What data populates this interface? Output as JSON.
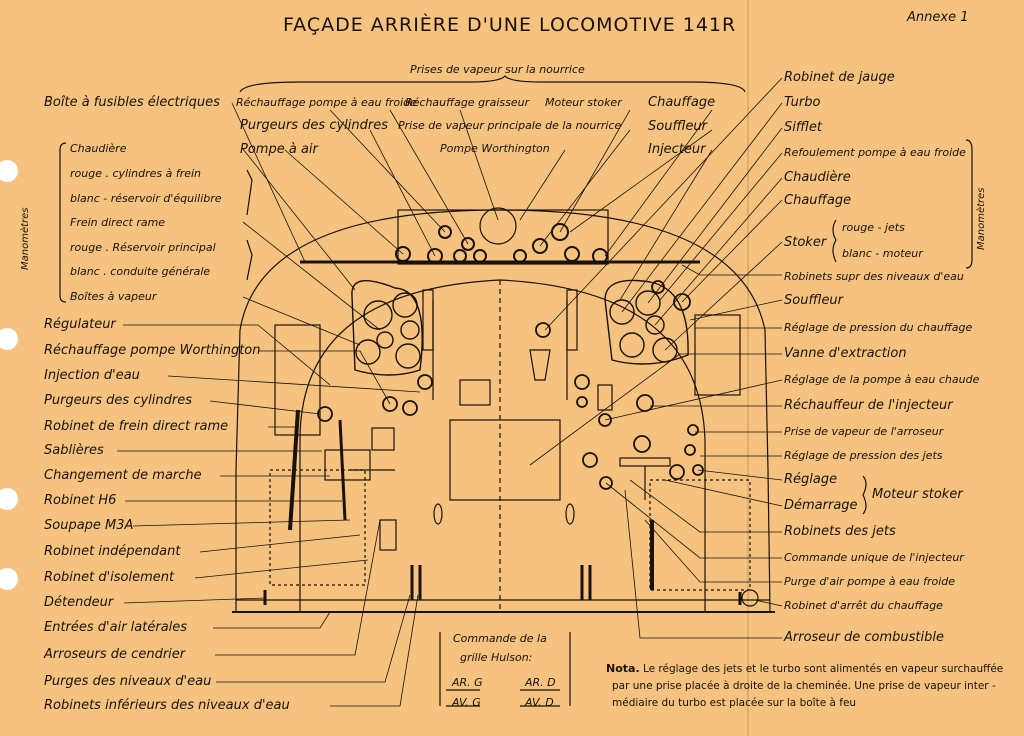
{
  "title": "FAÇADE ARRIÈRE D'UNE LOCOMOTIVE 141R",
  "annexe": "Annexe 1",
  "top_header": "Prises de vapeur sur la nourrice",
  "top_labels": [
    "Réchauffage pompe à eau froide",
    "Réchauffage graisseur",
    "Moteur stoker",
    "Purgeurs des cylindres",
    "Prise de vapeur principale de la nourrice",
    "Pompe à air",
    "Pompe Worthington"
  ],
  "left_group_vertical": "Manomètres",
  "left_group": [
    "Chaudière",
    "rouge . cylindres à frein",
    "blanc - réservoir d'équilibre",
    "Frein direct rame",
    "rouge . Réservoir principal",
    "blanc . conduite générale",
    "Boîtes à vapeur"
  ],
  "left_labels": [
    "Boîte à fusibles électriques",
    "Régulateur",
    "Réchauffage pompe Worthington",
    "Injection d'eau",
    "Purgeurs des cylindres",
    "Robinet de frein direct rame",
    "Sablières",
    "Changement de marche",
    "Robinet H6",
    "Soupape M3A",
    "Robinet indépendant",
    "Robinet d'isolement",
    "Détendeur",
    "Entrées d'air latérales",
    "Arroseurs de cendrier",
    "Purges des niveaux d'eau",
    "Robinets inférieurs des niveaux d'eau"
  ],
  "right_group_vertical": "Manomètres",
  "right_top": [
    "Chauffage",
    "Souffleur",
    "Injecteur"
  ],
  "right_labels": [
    "Robinet de jauge",
    "Turbo",
    "Sifflet",
    "Refoulement pompe à eau froide",
    "Chaudière",
    "Chauffage",
    "Stoker",
    "rouge - jets",
    "blanc - moteur",
    "Robinets supr des niveaux d'eau",
    "Souffleur",
    "Réglage de pression du chauffage",
    "Vanne d'extraction",
    "Réglage de la pompe à eau chaude",
    "Réchauffeur de l'injecteur",
    "Prise de vapeur de l'arroseur",
    "Réglage de pression des jets",
    "Réglage",
    "Démarrage",
    "Moteur stoker",
    "Robinets des jets",
    "Commande unique de l'injecteur",
    "Purge d'air pompe à eau froide",
    "Robinet d'arrêt du chauffage",
    "Arroseur de combustible"
  ],
  "grille": {
    "title1": "Commande de la",
    "title2": "grille Hulson:",
    "ar_g": "AR. G",
    "ar_d": "AR. D",
    "av_g": "AV. G",
    "av_d": "AV. D"
  },
  "note": {
    "label": "Nota.",
    "line1": "Le réglage des jets et le turbo sont alimentés en vapeur surchauffée",
    "line2": "par une prise placée à droite de la cheminée. Une prise de vapeur inter -",
    "line3": "médiaire du turbo est placée sur la boîte à feu"
  }
}
